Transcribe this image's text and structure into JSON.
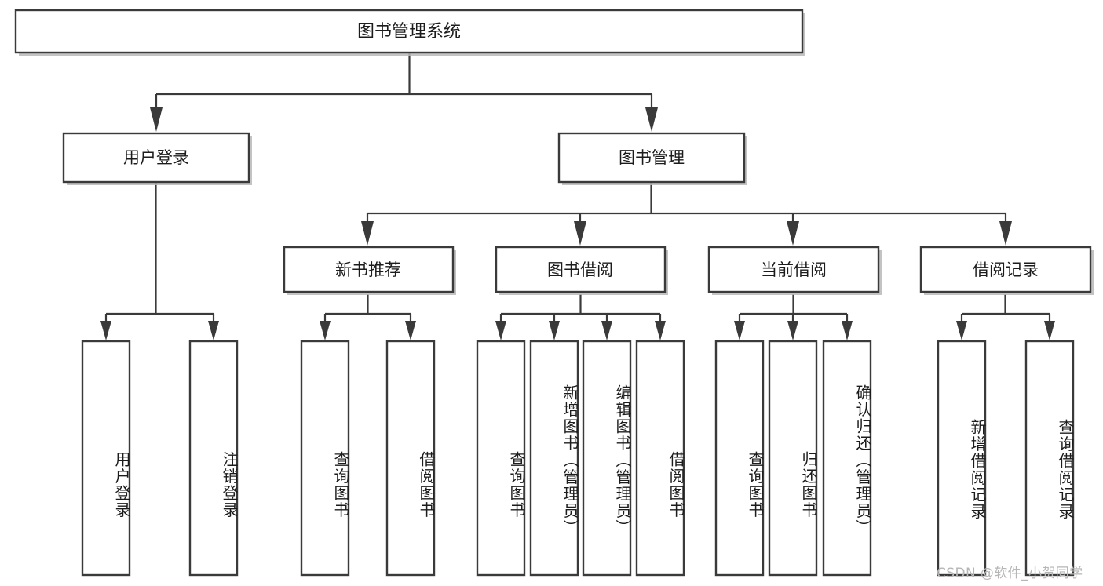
{
  "diagram": {
    "type": "tree-hierarchy",
    "title": "图书管理系统",
    "root": {
      "id": "root",
      "label": "图书管理系统",
      "level": 1
    },
    "level2": [
      {
        "id": "user-login",
        "label": "用户登录"
      },
      {
        "id": "book-manage",
        "label": "图书管理"
      }
    ],
    "level3": [
      {
        "id": "new-book-recommend",
        "label": "新书推荐",
        "parent": "book-manage"
      },
      {
        "id": "book-borrow",
        "label": "图书借阅",
        "parent": "book-manage"
      },
      {
        "id": "current-borrow",
        "label": "当前借阅",
        "parent": "book-manage"
      },
      {
        "id": "borrow-record",
        "label": "借阅记录",
        "parent": "book-manage"
      }
    ],
    "leaves": [
      {
        "id": "leaf-user-login",
        "label": "用户登录",
        "parent": "user-login"
      },
      {
        "id": "leaf-logout",
        "label": "注销登录",
        "parent": "user-login"
      },
      {
        "id": "leaf-query-book-1",
        "label": "查询图书",
        "parent": "new-book-recommend"
      },
      {
        "id": "leaf-borrow-book-1",
        "label": "借阅图书",
        "parent": "new-book-recommend"
      },
      {
        "id": "leaf-query-book-2",
        "label": "查询图书",
        "parent": "book-borrow"
      },
      {
        "id": "leaf-add-book",
        "label": "新增图书（管理员）",
        "parent": "book-borrow"
      },
      {
        "id": "leaf-edit-book",
        "label": "编辑图书（管理员）",
        "parent": "book-borrow"
      },
      {
        "id": "leaf-borrow-book-2",
        "label": "借阅图书",
        "parent": "book-borrow"
      },
      {
        "id": "leaf-query-book-3",
        "label": "查询图书",
        "parent": "current-borrow"
      },
      {
        "id": "leaf-return-book",
        "label": "归还图书",
        "parent": "current-borrow"
      },
      {
        "id": "leaf-confirm-return",
        "label": "确认归还（管理员）",
        "parent": "current-borrow"
      },
      {
        "id": "leaf-add-record",
        "label": "新增借阅记录",
        "parent": "borrow-record"
      },
      {
        "id": "leaf-query-record",
        "label": "查询借阅记录",
        "parent": "borrow-record"
      }
    ]
  },
  "watermark": {
    "text": "CSDN @软件_小贺同学"
  },
  "colors": {
    "box_stroke": "#3a3a3a",
    "box_fill": "#ffffff",
    "connector": "#3a3a3a",
    "text": "#1c1c1c",
    "watermark": "#b6b6b6",
    "background": "#ffffff"
  }
}
